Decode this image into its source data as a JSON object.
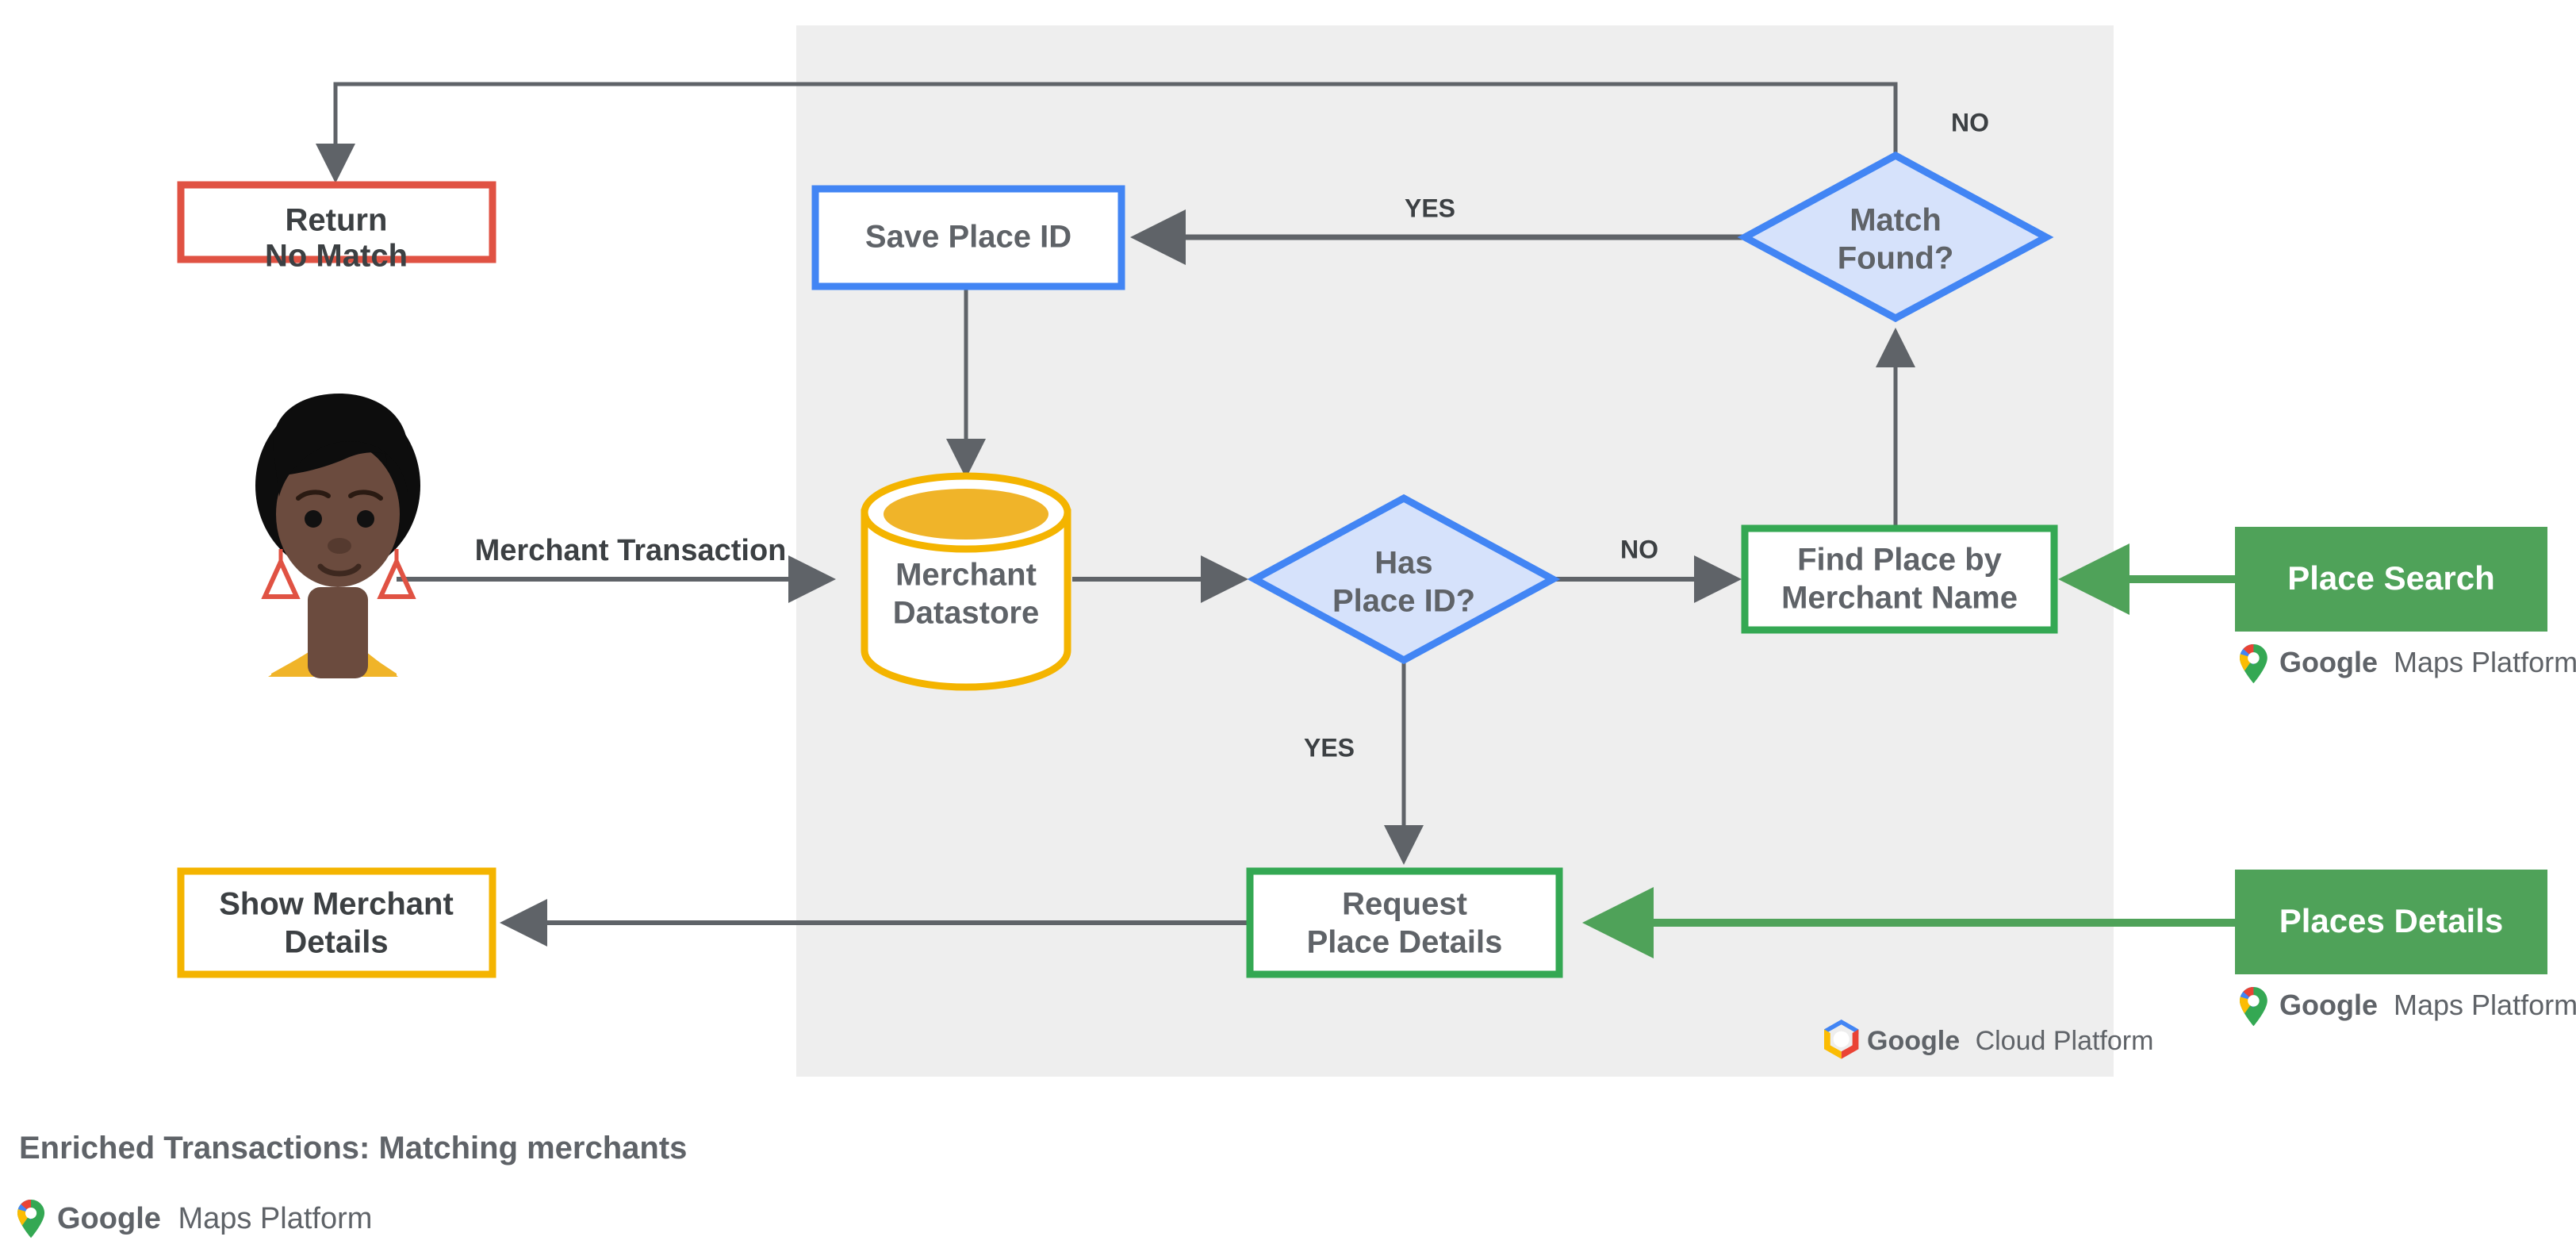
{
  "diagram": {
    "caption": "Enriched Transactions: Matching merchants",
    "panel_label": "google-cloud-platform-zone"
  },
  "nodes": {
    "return_no_match": {
      "line1": "Return",
      "line2": "No Match",
      "color": "#e05243"
    },
    "save_place_id": {
      "line1": "Save Place ID",
      "line2": "",
      "color": "#4285f4"
    },
    "match_found": {
      "line1": "Match",
      "line2": "Found?",
      "color": "#4285f4"
    },
    "merchant_datastore": {
      "line1": "Merchant",
      "line2": "Datastore",
      "color": "#f4b400"
    },
    "has_place_id": {
      "line1": "Has",
      "line2": "Place ID?",
      "color": "#4285f4"
    },
    "find_place": {
      "line1": "Find Place by",
      "line2": "Merchant Name",
      "color": "#34a853"
    },
    "request_place_details": {
      "line1": "Request",
      "line2": "Place Details",
      "color": "#34a853"
    },
    "show_merchant_details": {
      "line1": "Show Merchant",
      "line2": "Details",
      "color": "#f4b400"
    },
    "place_search": {
      "label": "Place Search",
      "color": "#4fa259"
    },
    "places_details": {
      "label": "Places Details",
      "color": "#4fa259"
    }
  },
  "edges": {
    "merchant_transaction": "Merchant Transaction",
    "has_place_id_yes": "YES",
    "has_place_id_no": "NO",
    "match_found_yes": "YES",
    "match_found_no": "NO"
  },
  "branding": {
    "maps_platform_google": "Google",
    "maps_platform_rest": "Maps Platform",
    "cloud_platform_google": "Google",
    "cloud_platform_rest": "Cloud Platform"
  },
  "colors": {
    "panel_bg": "#eeeeee",
    "arrow_gray": "#5f6368",
    "blue": "#4285f4",
    "blue_fill": "#d6e2fb",
    "red": "#e05243",
    "yellow": "#f4b400",
    "green": "#34a853",
    "green_solid": "#4fa259",
    "text": "#5f6368"
  }
}
